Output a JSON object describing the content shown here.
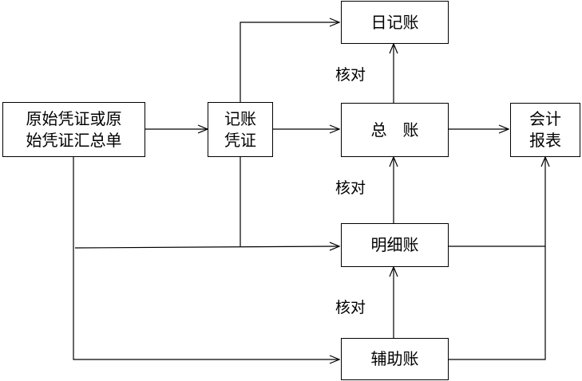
{
  "nodes": {
    "source": {
      "line1": "原始凭证或原",
      "line2": "始凭证汇总单"
    },
    "voucher": {
      "line1": "记账",
      "line2": "凭证"
    },
    "journal": {
      "label": "日记账"
    },
    "general_ledger": {
      "label": "总　账"
    },
    "detail_ledger": {
      "label": "明细账"
    },
    "auxiliary_ledger": {
      "label": "辅助账"
    },
    "report": {
      "line1": "会计",
      "line2": "报表"
    }
  },
  "labels": {
    "reconcile_top": "核对",
    "reconcile_middle": "核对",
    "reconcile_bottom": "核对"
  }
}
